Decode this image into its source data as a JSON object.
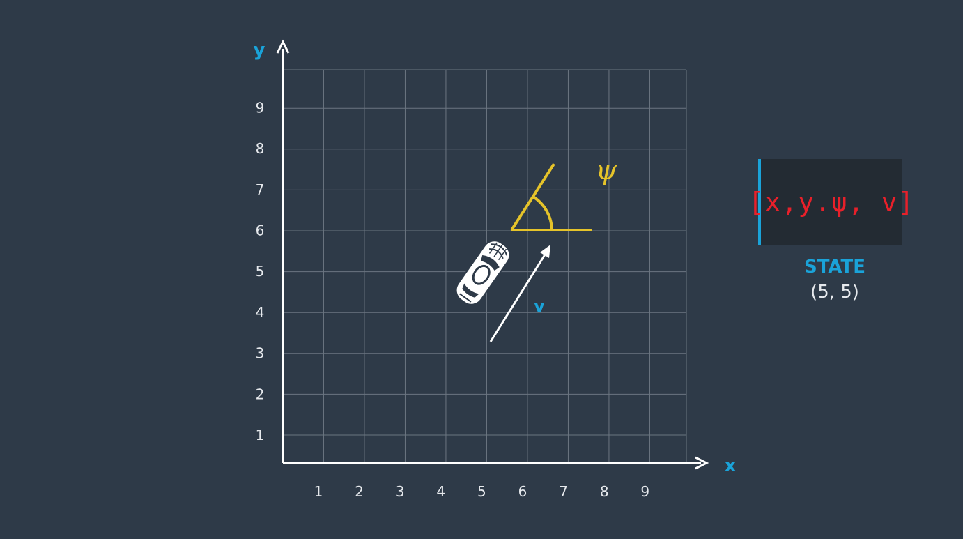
{
  "axes": {
    "x_label": "x",
    "y_label": "y",
    "x_ticks": [
      "1",
      "2",
      "3",
      "4",
      "5",
      "6",
      "7",
      "8",
      "9"
    ],
    "y_ticks": [
      "1",
      "2",
      "3",
      "4",
      "5",
      "6",
      "7",
      "8",
      "9"
    ]
  },
  "annotations": {
    "heading_symbol": "ψ",
    "velocity_label": "v"
  },
  "vehicle": {
    "icon": "car-icon",
    "x": 5,
    "y": 5,
    "heading_deg": 55
  },
  "state_panel": {
    "vector": "[x,y.ψ, v]",
    "title": "STATE",
    "coords": "(5, 5)"
  },
  "colors": {
    "background": "#2e3a48",
    "accent_blue": "#1aa3d9",
    "angle_yellow": "#e5c32a",
    "state_red": "#e8202a"
  }
}
